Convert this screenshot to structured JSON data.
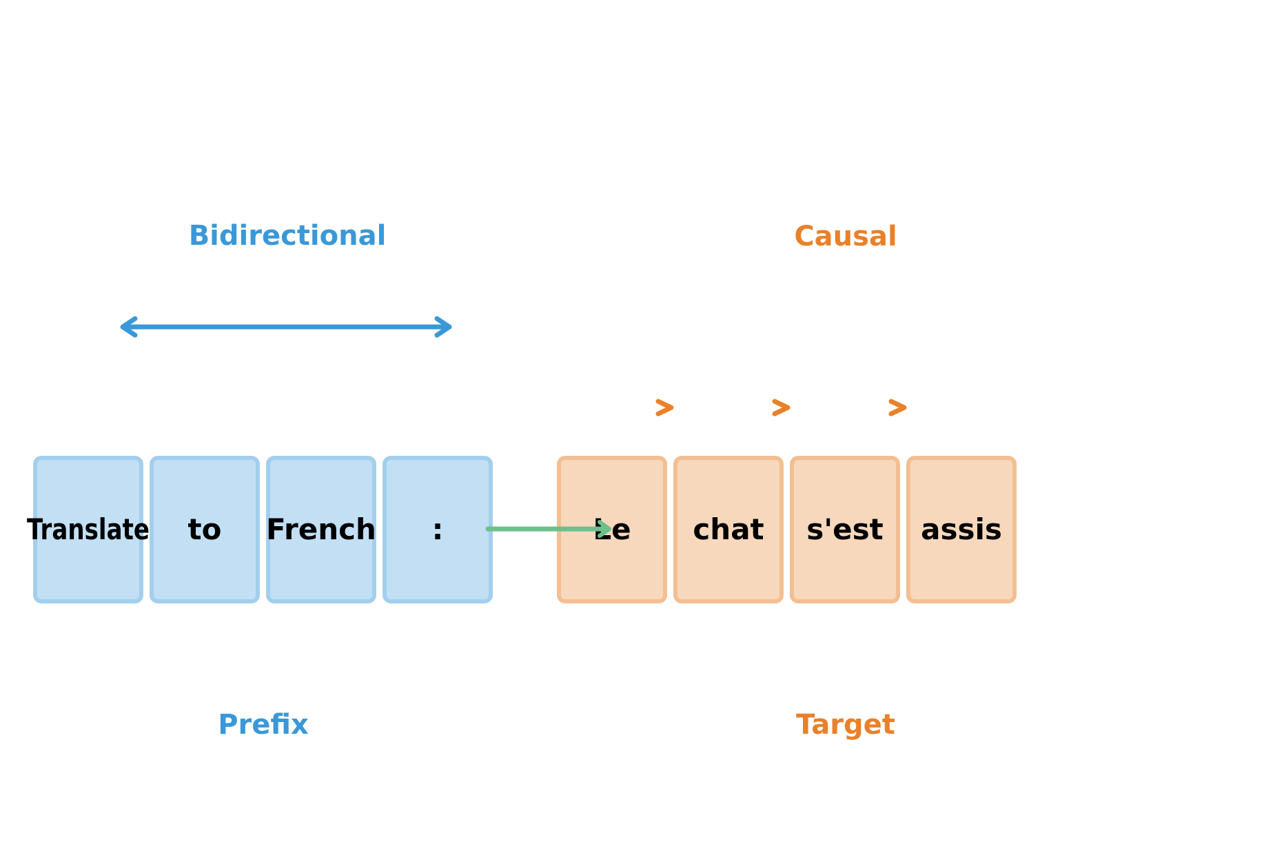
{
  "colors": {
    "prefix_accent": "#3a98d8",
    "prefix_fill": "#c2dff4",
    "prefix_border": "#a3cfee",
    "target_accent": "#e8812a",
    "target_fill": "#f7d8bc",
    "target_border": "#f3bf92",
    "connector": "#6cc08b",
    "token_text": "#000000"
  },
  "labels": {
    "bidirectional": "Bidirectional",
    "causal": "Causal",
    "prefix": "Prefix",
    "target": "Target"
  },
  "prefix_tokens": [
    "Translate",
    "to",
    "French",
    ":"
  ],
  "target_tokens": [
    "Le",
    "chat",
    "s'est",
    "assis"
  ],
  "icons": {
    "bidirectional_arrow": "double-headed-arrow",
    "causal_markers": "chevron-right",
    "connector": "right-arrow"
  }
}
